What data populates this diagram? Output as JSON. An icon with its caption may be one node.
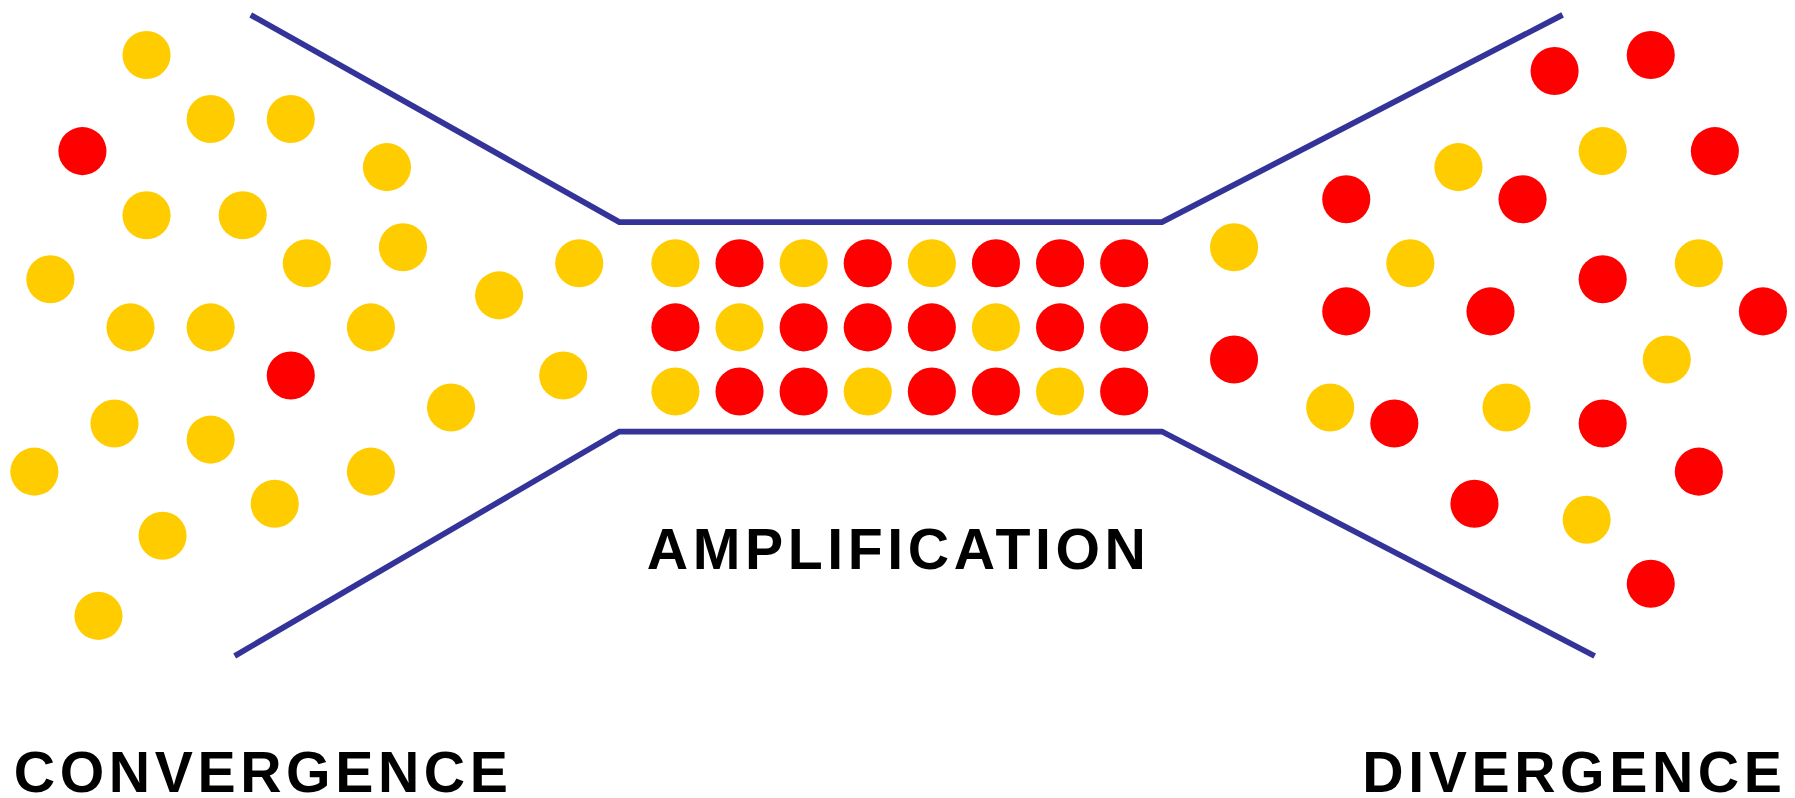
{
  "diagram": {
    "labels": [
      "AMPLIFICATION",
      "CONVERGENCE",
      "DIVERGENCE"
    ]
  }
}
